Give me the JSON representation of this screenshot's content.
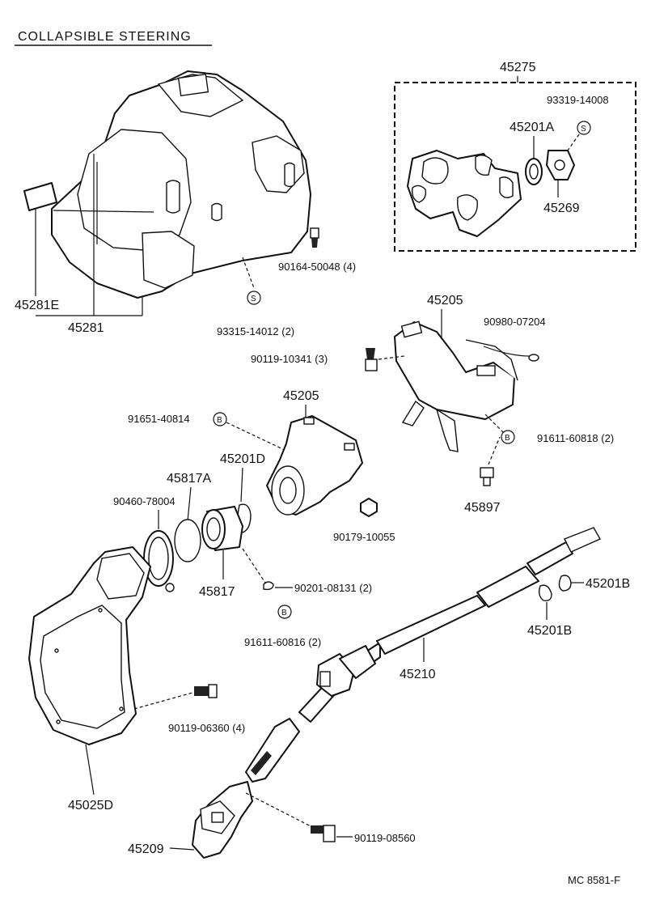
{
  "title": "COLLAPSIBLE STEERING",
  "footer_code": "MC 8581-F",
  "symbols": {
    "s": "S",
    "b": "B"
  },
  "labels": {
    "p45275": "45275",
    "p93319_14008": "93319-14008",
    "p45201A": "45201A",
    "p45269": "45269",
    "p90164_50048": "90164-50048 (4)",
    "p45281E": "45281E",
    "p45281": "45281",
    "p93315_14012": "93315-14012 (2)",
    "p45205_upper": "45205",
    "p90980_07204": "90980-07204",
    "p90119_10341": "90119-10341 (3)",
    "p45205_lower": "45205",
    "p91651_40814": "91651-40814",
    "p91611_60818": "91611-60818 (2)",
    "p45201D": "45201D",
    "p45817A": "45817A",
    "p90460_78004": "90460-78004",
    "p45897": "45897",
    "p90179_10055": "90179-10055",
    "p45817": "45817",
    "p90201_08131": "90201-08131 (2)",
    "p45201B_right": "45201B",
    "p45201B_lower": "45201B",
    "p91611_60816": "91611-60816 (2)",
    "p45210": "45210",
    "p90119_06360": "90119-06360 (4)",
    "p45025D": "45025D",
    "p90119_08560": "90119-08560",
    "p45209": "45209"
  }
}
